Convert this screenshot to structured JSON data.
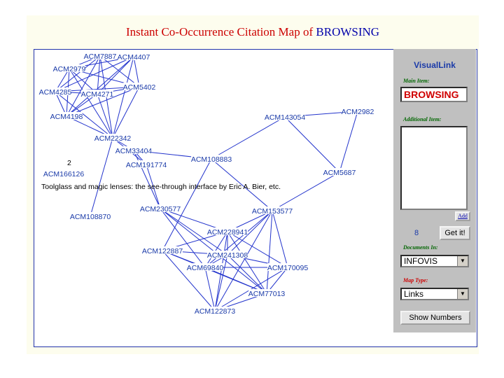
{
  "title": {
    "prefix": "Instant Co-Occurrence Citation Map of ",
    "term": "BROWSING"
  },
  "colors": {
    "title": "#cc0000",
    "term": "#0000aa",
    "node": "#1a3aa8",
    "edge": "#2233cc"
  },
  "panel": {
    "heading": "VisualLink",
    "main_item_label": "Main Item:",
    "main_item_value": "BROWSING",
    "additional_items_label": "Additional Item:",
    "add_label": "Add",
    "count": "8",
    "getit_label": "Get it!",
    "documents_in_label": "Documents In:",
    "documents_in_value": "INFOVIS",
    "map_type_label": "Map Type:",
    "map_type_value": "Links",
    "show_numbers_label": "Show Numbers"
  },
  "graph": {
    "nodes": [
      {
        "id": "ACM7887"
      },
      {
        "id": "ACM4407"
      },
      {
        "id": "ACM2979"
      },
      {
        "id": "ACM5402"
      },
      {
        "id": "ACM4285"
      },
      {
        "id": "ACM4271"
      },
      {
        "id": "ACM4198"
      },
      {
        "id": "ACM22342"
      },
      {
        "id": "ACM33404"
      },
      {
        "id": "ACM191774"
      },
      {
        "id": "ACM166126"
      },
      {
        "id": "ACM108883"
      },
      {
        "id": "ACM143054"
      },
      {
        "id": "ACM2982"
      },
      {
        "id": "ACM5687"
      },
      {
        "id": "ACM230577"
      },
      {
        "id": "ACM153577"
      },
      {
        "id": "ACM108870"
      },
      {
        "id": "ACM228941"
      },
      {
        "id": "ACM122887"
      },
      {
        "id": "ACM241308"
      },
      {
        "id": "ACM69840"
      },
      {
        "id": "ACM170095"
      },
      {
        "id": "ACM77013"
      },
      {
        "id": "ACM122873"
      }
    ],
    "edges": [
      [
        "ACM7887",
        "ACM2979"
      ],
      [
        "ACM7887",
        "ACM4285"
      ],
      [
        "ACM7887",
        "ACM4271"
      ],
      [
        "ACM7887",
        "ACM5402"
      ],
      [
        "ACM7887",
        "ACM4198"
      ],
      [
        "ACM7887",
        "ACM22342"
      ],
      [
        "ACM4407",
        "ACM2979"
      ],
      [
        "ACM4407",
        "ACM4285"
      ],
      [
        "ACM4407",
        "ACM4271"
      ],
      [
        "ACM4407",
        "ACM5402"
      ],
      [
        "ACM4407",
        "ACM4198"
      ],
      [
        "ACM4407",
        "ACM22342"
      ],
      [
        "ACM2979",
        "ACM4285"
      ],
      [
        "ACM2979",
        "ACM4271"
      ],
      [
        "ACM2979",
        "ACM5402"
      ],
      [
        "ACM2979",
        "ACM4198"
      ],
      [
        "ACM2979",
        "ACM22342"
      ],
      [
        "ACM4285",
        "ACM4271"
      ],
      [
        "ACM4285",
        "ACM4198"
      ],
      [
        "ACM4285",
        "ACM22342"
      ],
      [
        "ACM4285",
        "ACM5402"
      ],
      [
        "ACM4271",
        "ACM5402"
      ],
      [
        "ACM4271",
        "ACM4198"
      ],
      [
        "ACM4271",
        "ACM22342"
      ],
      [
        "ACM5402",
        "ACM4198"
      ],
      [
        "ACM5402",
        "ACM22342"
      ],
      [
        "ACM4198",
        "ACM22342"
      ],
      [
        "ACM22342",
        "ACM33404"
      ],
      [
        "ACM22342",
        "ACM191774"
      ],
      [
        "ACM22342",
        "ACM108870"
      ],
      [
        "ACM33404",
        "ACM108883"
      ],
      [
        "ACM33404",
        "ACM191774"
      ],
      [
        "ACM33404",
        "ACM230577"
      ],
      [
        "ACM191774",
        "ACM230577"
      ],
      [
        "ACM108883",
        "ACM143054"
      ],
      [
        "ACM108883",
        "ACM153577"
      ],
      [
        "ACM108883",
        "ACM122887"
      ],
      [
        "ACM143054",
        "ACM2982"
      ],
      [
        "ACM143054",
        "ACM5687"
      ],
      [
        "ACM2982",
        "ACM5687"
      ],
      [
        "ACM5687",
        "ACM153577"
      ],
      [
        "ACM230577",
        "ACM228941"
      ],
      [
        "ACM230577",
        "ACM241308"
      ],
      [
        "ACM230577",
        "ACM69840"
      ],
      [
        "ACM230577",
        "ACM77013"
      ],
      [
        "ACM153577",
        "ACM228941"
      ],
      [
        "ACM153577",
        "ACM241308"
      ],
      [
        "ACM153577",
        "ACM69840"
      ],
      [
        "ACM153577",
        "ACM170095"
      ],
      [
        "ACM153577",
        "ACM77013"
      ],
      [
        "ACM153577",
        "ACM122873"
      ],
      [
        "ACM228941",
        "ACM122887"
      ],
      [
        "ACM228941",
        "ACM241308"
      ],
      [
        "ACM228941",
        "ACM69840"
      ],
      [
        "ACM228941",
        "ACM170095"
      ],
      [
        "ACM228941",
        "ACM77013"
      ],
      [
        "ACM228941",
        "ACM122873"
      ],
      [
        "ACM122887",
        "ACM241308"
      ],
      [
        "ACM122887",
        "ACM69840"
      ],
      [
        "ACM122887",
        "ACM77013"
      ],
      [
        "ACM122887",
        "ACM122873"
      ],
      [
        "ACM241308",
        "ACM69840"
      ],
      [
        "ACM241308",
        "ACM170095"
      ],
      [
        "ACM241308",
        "ACM77013"
      ],
      [
        "ACM241308",
        "ACM122873"
      ],
      [
        "ACM69840",
        "ACM170095"
      ],
      [
        "ACM69840",
        "ACM77013"
      ],
      [
        "ACM69840",
        "ACM122873"
      ],
      [
        "ACM170095",
        "ACM77013"
      ],
      [
        "ACM170095",
        "ACM122873"
      ],
      [
        "ACM77013",
        "ACM122873"
      ]
    ],
    "number_label": "2",
    "tooltip": "Toolglass and magic lenses: the see-through interface by Eric A. Bier, etc."
  }
}
